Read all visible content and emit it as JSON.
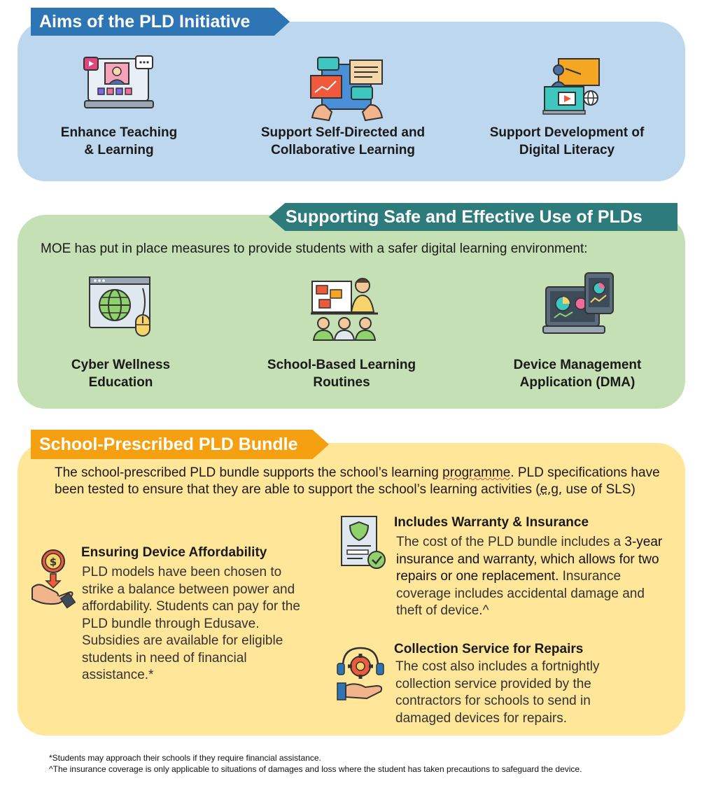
{
  "aims": {
    "banner": "Aims of the PLD Initiative",
    "items": [
      {
        "icon": "online-teaching-laptop-icon",
        "line1": "Enhance Teaching",
        "line2": "& Learning"
      },
      {
        "icon": "tablet-collaboration-icon",
        "line1": "Support Self-Directed and",
        "line2": "Collaborative Learning"
      },
      {
        "icon": "digital-literacy-presentation-icon",
        "line1": "Support Development of",
        "line2": "Digital Literacy"
      }
    ]
  },
  "safe_use": {
    "banner": "Supporting Safe and Effective Use of PLDs",
    "intro": "MOE has put in place measures to provide students with a safer digital learning environment:",
    "items": [
      {
        "icon": "globe-browser-icon",
        "line1": "Cyber Wellness",
        "line2": "Education"
      },
      {
        "icon": "classroom-teacher-icon",
        "line1": "School-Based Learning",
        "line2": "Routines"
      },
      {
        "icon": "device-dashboard-icon",
        "line1": "Device Management",
        "line2": "Application (DMA)"
      }
    ]
  },
  "bundle": {
    "banner": "School-Prescribed PLD Bundle",
    "intro": {
      "part1": "The school-prescribed PLD bundle supports the school’s learning ",
      "part2": "programme",
      "part3": ". PLD specifications have been tested to ensure that they are able to support the school’s learning activities (",
      "part4": "e.g.",
      "part5": " use of SLS)"
    },
    "affordability": {
      "icon": "hand-coin-icon",
      "title": "Ensuring Device Affordability",
      "text": "PLD models have been chosen to strike a balance between power and affordability. Students can pay for the PLD bundle through Edusave. Subsidies are available for eligible students in need of financial assistance.*"
    },
    "warranty": {
      "icon": "shield-certificate-icon",
      "title": "Includes Warranty & Insurance",
      "text1": "The cost of the PLD bundle includes a ",
      "text2": "3-year insurance and warranty, which allows for two repairs or one replacement.",
      "text3": " Insurance coverage includes accidental damage and theft of device.^"
    },
    "repairs": {
      "icon": "gear-support-hand-icon",
      "title": "Collection Service for Repairs",
      "text": "The cost also includes a fortnightly collection service  provided by the contractors for schools to send in damaged devices for repairs."
    }
  },
  "footnotes": [
    "*Students may approach their schools if they require financial assistance.",
    "^The insurance coverage is only applicable to situations of damages and loss where the student has taken precautions to safeguard the device."
  ]
}
